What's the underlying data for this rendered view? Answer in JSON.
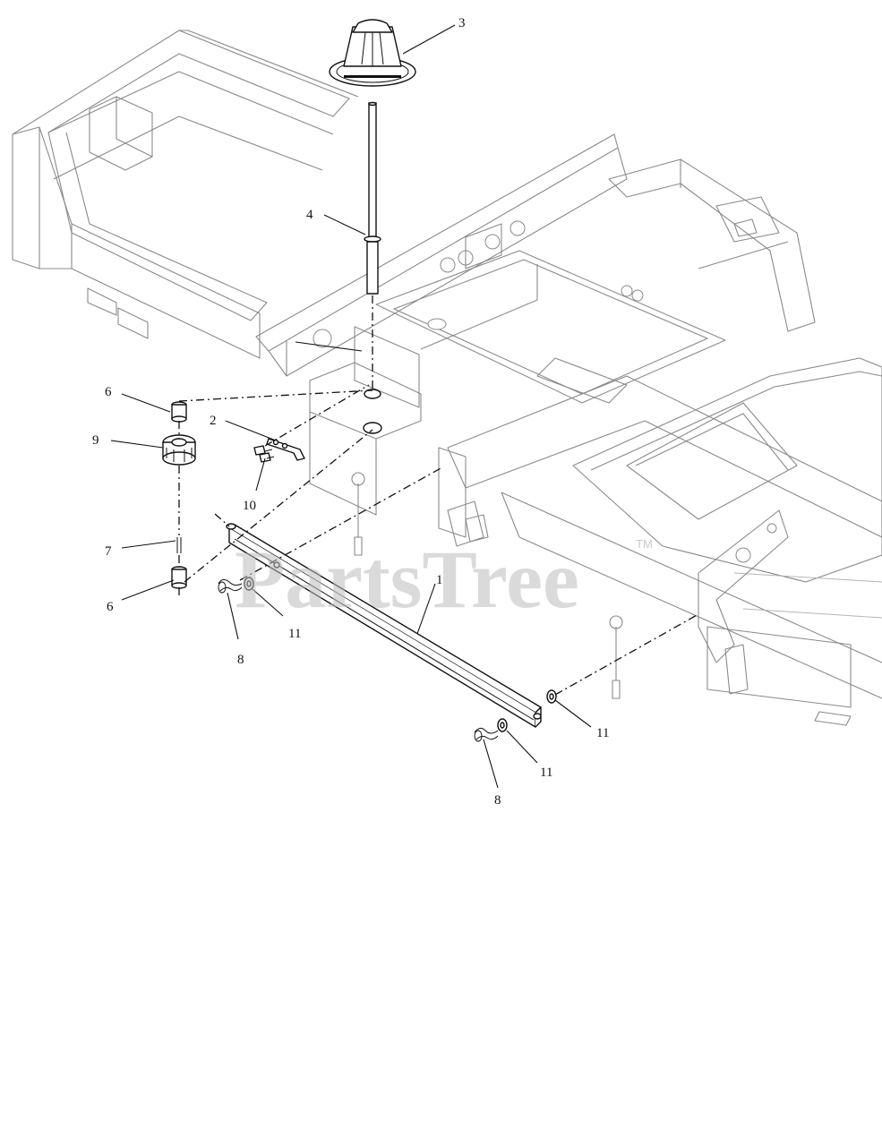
{
  "watermark": {
    "text": "PartsTree",
    "trademark": "TM"
  },
  "callouts": [
    {
      "id": "c3",
      "label": "3"
    },
    {
      "id": "c4",
      "label": "4"
    },
    {
      "id": "c6a",
      "label": "6"
    },
    {
      "id": "c9",
      "label": "9"
    },
    {
      "id": "c2",
      "label": "2"
    },
    {
      "id": "c10",
      "label": "10"
    },
    {
      "id": "c7",
      "label": "7"
    },
    {
      "id": "c6b",
      "label": "6"
    },
    {
      "id": "c1",
      "label": "1"
    },
    {
      "id": "c11a",
      "label": "11"
    },
    {
      "id": "c8a",
      "label": "8"
    },
    {
      "id": "c11b",
      "label": "11"
    },
    {
      "id": "c11c",
      "label": "11"
    },
    {
      "id": "c8b",
      "label": "8"
    }
  ],
  "colors": {
    "line": "#111111",
    "frame": "#8a8a8a",
    "watermark": "#bdbdbd",
    "background": "#ffffff"
  }
}
